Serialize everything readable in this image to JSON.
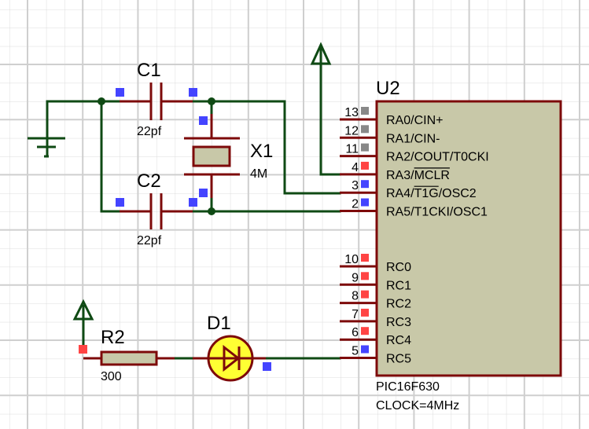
{
  "schematic": {
    "colors": {
      "wire": "#0f4a14",
      "component_outline": "#7d0a0a",
      "component_fill": "#c8c8a8",
      "led_fill": "#ffff33",
      "pin_state_low": "#4444ff",
      "pin_state_high": "#ff4444",
      "pin_state_unknown": "#888888",
      "grid_minor": "#dcdcdc",
      "grid_major": "#c8c8c8"
    },
    "components": {
      "c1": {
        "ref": "C1",
        "value": "22pf"
      },
      "c2": {
        "ref": "C2",
        "value": "22pf"
      },
      "x1": {
        "ref": "X1",
        "value": "4M"
      },
      "r2": {
        "ref": "R2",
        "value": "300"
      },
      "d1": {
        "ref": "D1",
        "value": ""
      },
      "u2": {
        "ref": "U2",
        "part": "PIC16F630",
        "clock": "CLOCK=4MHz",
        "pins_left_top": [
          {
            "num": "13",
            "name": "RA0/CIN+",
            "state": "unknown"
          },
          {
            "num": "12",
            "name": "RA1/CIN-",
            "state": "unknown"
          },
          {
            "num": "11",
            "name": "RA2/COUT/T0CKI",
            "state": "unknown"
          },
          {
            "num": "4",
            "name": "RA3/MCLR",
            "state": "high",
            "overline": "MCLR"
          },
          {
            "num": "3",
            "name": "RA4/T1G/OSC2",
            "state": "low",
            "overline": "T1G"
          },
          {
            "num": "2",
            "name": "RA5/T1CKI/OSC1",
            "state": "low"
          }
        ],
        "pins_left_bottom": [
          {
            "num": "10",
            "name": "RC0",
            "state": "high"
          },
          {
            "num": "9",
            "name": "RC1",
            "state": "high"
          },
          {
            "num": "8",
            "name": "RC2",
            "state": "high"
          },
          {
            "num": "7",
            "name": "RC3",
            "state": "high"
          },
          {
            "num": "6",
            "name": "RC4",
            "state": "high"
          },
          {
            "num": "5",
            "name": "RC5",
            "state": "low"
          }
        ]
      }
    },
    "power_terminals": [
      "mclr-power",
      "r2-power"
    ],
    "ground_terminals": [
      "ground"
    ]
  }
}
